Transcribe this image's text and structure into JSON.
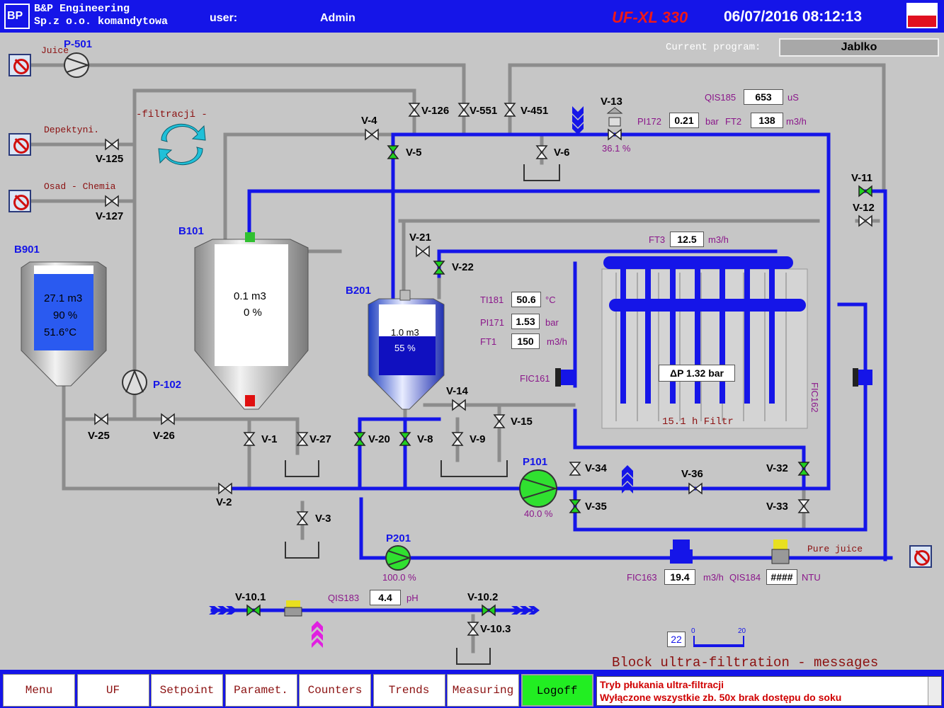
{
  "header": {
    "company_line1": "B&P Engineering",
    "company_line2": "Sp.z o.o. komandytowa",
    "user_label": "user:",
    "user_value": "Admin",
    "model": "UF-XL 330",
    "datetime": "06/07/2016 08:12:13"
  },
  "program": {
    "label": "Current program:",
    "value": "Jablko"
  },
  "lines": {
    "juice": "Juice",
    "depektyni": "Depektyni.",
    "osad": "Osad - Chemia",
    "filtracji": "-filtracji -",
    "pure_juice": "Pure juice",
    "filtr_time": "15.1 h Filtr",
    "block_title": "Block ultra-filtration - messages"
  },
  "pumps": {
    "p501": "P-501",
    "p102": "P-102",
    "p101": "P101",
    "p101_pct": "40.0 %",
    "p201": "P201",
    "p201_pct": "100.0 %"
  },
  "tanks": {
    "b901": {
      "name": "B901",
      "vol": "27.1 m3",
      "pct": "90 %",
      "temp": "51.6°C",
      "fill": 0.9
    },
    "b101": {
      "name": "B101",
      "vol": "0.1 m3",
      "pct": "0 %",
      "fill": 0.0
    },
    "b201": {
      "name": "B201",
      "vol": "1.0 m3",
      "pct": "55 %",
      "fill": 0.55
    }
  },
  "valves": {
    "v126": "V-126",
    "v551": "V-551",
    "v451": "V-451",
    "v4": "V-4",
    "v5": "V-5",
    "v6": "V-6",
    "v13": "V-13",
    "v13_pct": "36.1 %",
    "v125": "V-125",
    "v127": "V-127",
    "v11": "V-11",
    "v12": "V-12",
    "v21": "V-21",
    "v22": "V-22",
    "v14": "V-14",
    "v15": "V-15",
    "v25": "V-25",
    "v26": "V-26",
    "v1": "V-1",
    "v27": "V-27",
    "v20": "V-20",
    "v8": "V-8",
    "v9": "V-9",
    "v2": "V-2",
    "v3": "V-3",
    "v34": "V-34",
    "v35": "V-35",
    "v36": "V-36",
    "v32": "V-32",
    "v33": "V-33",
    "v101": "V-10.1",
    "v102": "V-10.2",
    "v103": "V-10.3"
  },
  "instruments": {
    "qis185": {
      "label": "QIS185",
      "value": "653",
      "unit": "uS"
    },
    "pi172": {
      "label": "PI172",
      "value": "0.21",
      "unit": "bar"
    },
    "ft2": {
      "label": "FT2",
      "value": "138",
      "unit": "m3/h"
    },
    "ft3": {
      "label": "FT3",
      "value": "12.5",
      "unit": "m3/h"
    },
    "ti181": {
      "label": "TI181",
      "value": "50.6",
      "unit": "°C"
    },
    "pi171": {
      "label": "PI171",
      "value": "1.53",
      "unit": "bar"
    },
    "ft1": {
      "label": "FT1",
      "value": "150",
      "unit": "m3/h"
    },
    "fic161": {
      "label": "FIC161"
    },
    "fic162": {
      "label": "FIC162"
    },
    "dp": {
      "label": "ΔP",
      "value": "1.32",
      "unit": "bar"
    },
    "fic163": {
      "label": "FIC163",
      "value": "19.4",
      "unit": "m3/h"
    },
    "qis184": {
      "label": "QIS184",
      "value": "####",
      "unit": "NTU"
    },
    "qis183": {
      "label": "QIS183",
      "value": "4.4",
      "unit": "pH"
    }
  },
  "slider": {
    "value": "22",
    "min": "0",
    "max": "20"
  },
  "footer": {
    "buttons": [
      "Menu",
      "UF",
      "Setpoint",
      "Paramet.",
      "Counters",
      "Trends",
      "Measuring",
      "Logoff"
    ]
  },
  "messages": [
    "Tryb płukania ultra-filtracji",
    "Wyłączone wszystkie zb. 50x brak dostępu do soku"
  ],
  "colors": {
    "active_pipe": "#1515e8",
    "inactive_pipe": "#8c8c8c",
    "valve_open": "#20d020"
  }
}
